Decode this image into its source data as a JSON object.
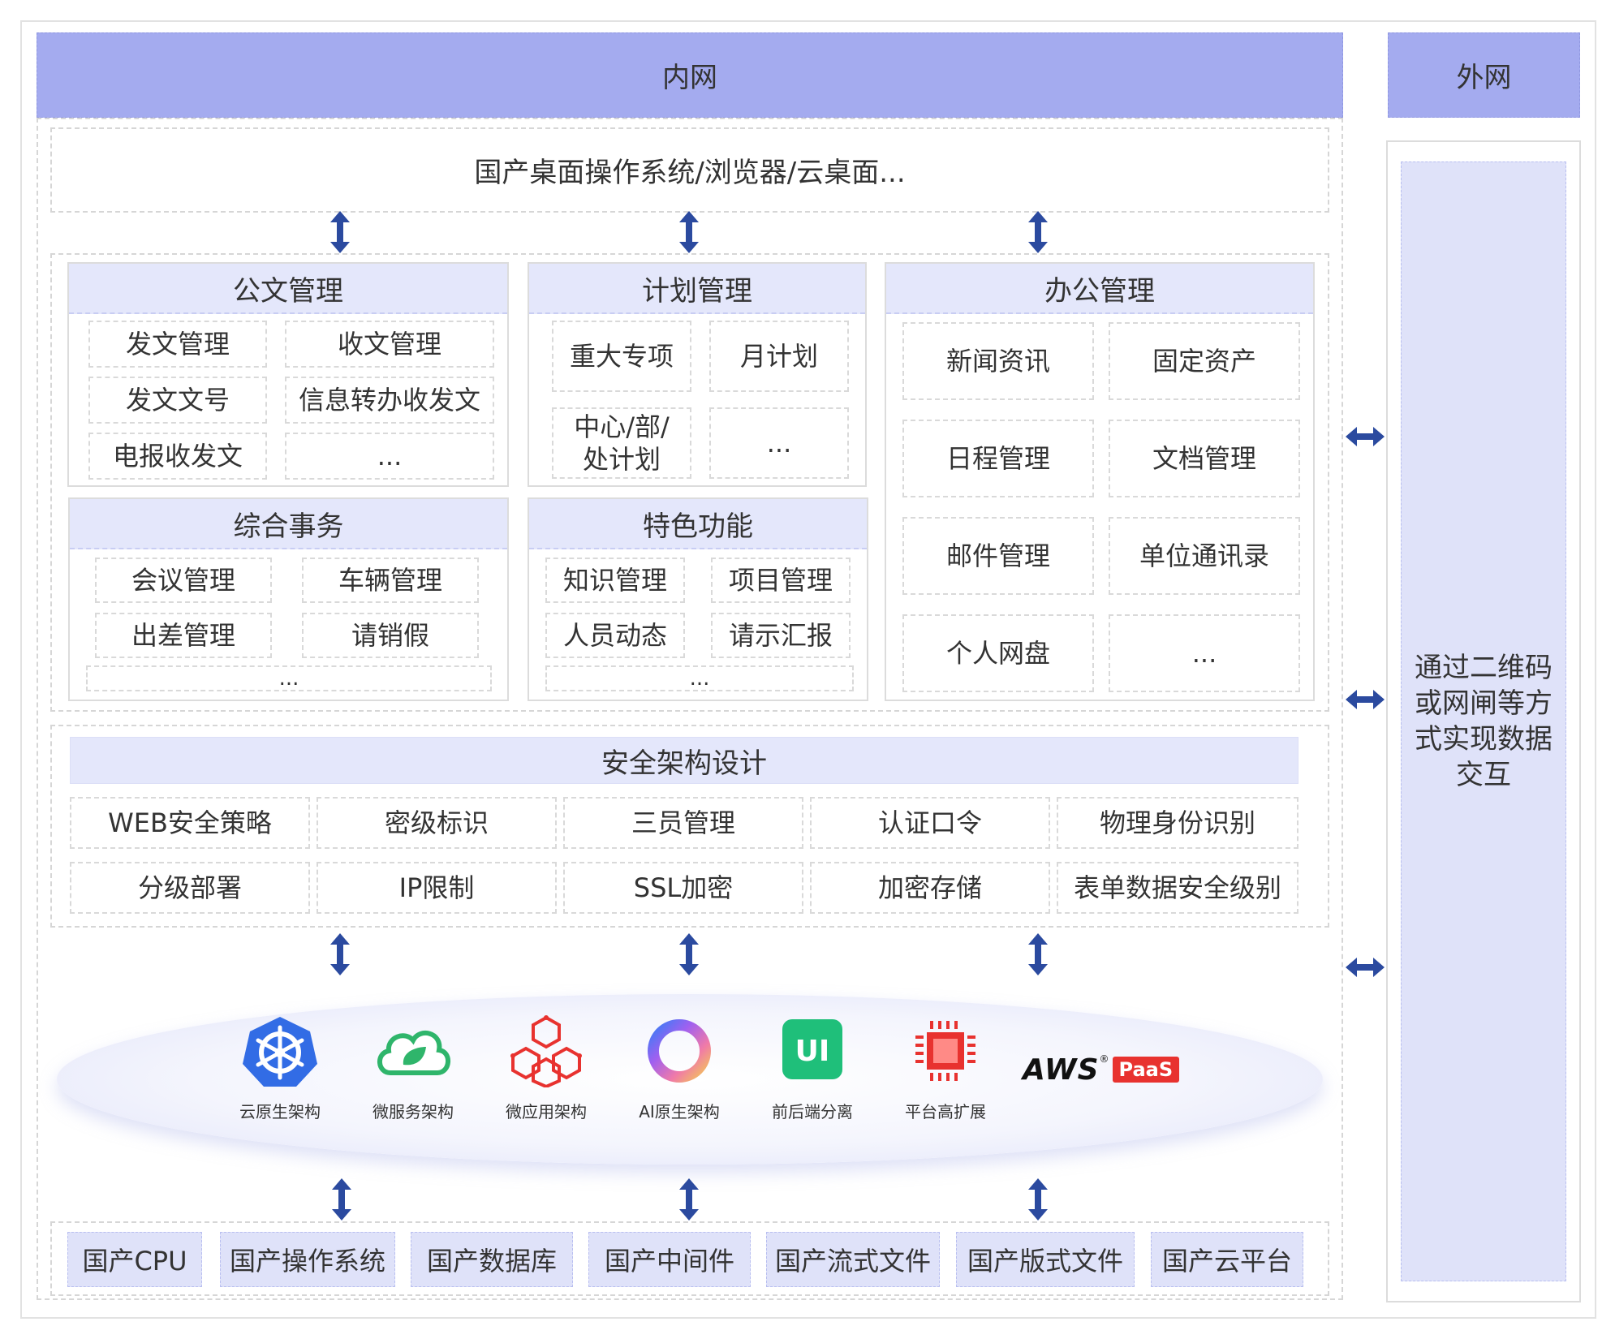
{
  "intranet": {
    "title": "内网"
  },
  "extranet": {
    "title": "外网",
    "description": "通过二维码或网闸等方式实现数据交互"
  },
  "top_layer": {
    "text": "国产桌面操作系统/浏览器/云桌面..."
  },
  "modules": {
    "gongwen": {
      "title": "公文管理",
      "items": [
        "发文管理",
        "收文管理",
        "发文文号",
        "信息转办收发文",
        "电报收发文",
        "..."
      ]
    },
    "jihua": {
      "title": "计划管理",
      "items": [
        "重大专项",
        "月计划",
        "中心/部/\n处计划",
        "..."
      ]
    },
    "bangong": {
      "title": "办公管理",
      "items": [
        "新闻资讯",
        "固定资产",
        "日程管理",
        "文档管理",
        "邮件管理",
        "单位通讯录",
        "个人网盘",
        "..."
      ]
    },
    "zonghe": {
      "title": "综合事务",
      "items": [
        "会议管理",
        "车辆管理",
        "出差管理",
        "请销假",
        "..."
      ]
    },
    "tese": {
      "title": "特色功能",
      "items": [
        "知识管理",
        "项目管理",
        "人员动态",
        "请示汇报",
        "..."
      ]
    }
  },
  "security": {
    "title": "安全架构设计",
    "items": [
      "WEB安全策略",
      "密级标识",
      "三员管理",
      "认证口令",
      "物理身份识别",
      "分级部署",
      "IP限制",
      "SSL加密",
      "加密存储",
      "表单数据安全级别"
    ]
  },
  "tech": [
    {
      "label": "云原生架构",
      "icon": "kubernetes-icon"
    },
    {
      "label": "微服务架构",
      "icon": "spring-cloud-icon"
    },
    {
      "label": "微应用架构",
      "icon": "cubes-icon"
    },
    {
      "label": "AI原生架构",
      "icon": "ai-ring-icon"
    },
    {
      "label": "前后端分离",
      "icon": "ui-icon"
    },
    {
      "label": "平台高扩展",
      "icon": "chip-icon"
    }
  ],
  "brand": {
    "aws": "AWS",
    "reg": "®",
    "paas": "PaaS"
  },
  "foundation": [
    "国产CPU",
    "国产操作系统",
    "国产数据库",
    "国产中间件",
    "国产流式文件",
    "国产版式文件",
    "国产云平台"
  ],
  "colors": {
    "header": "#a4abef",
    "panel_title": "#e4e7fb",
    "arrow": "#2b4a9f",
    "accent_red": "#e8322f",
    "accent_green": "#2fb56b"
  }
}
